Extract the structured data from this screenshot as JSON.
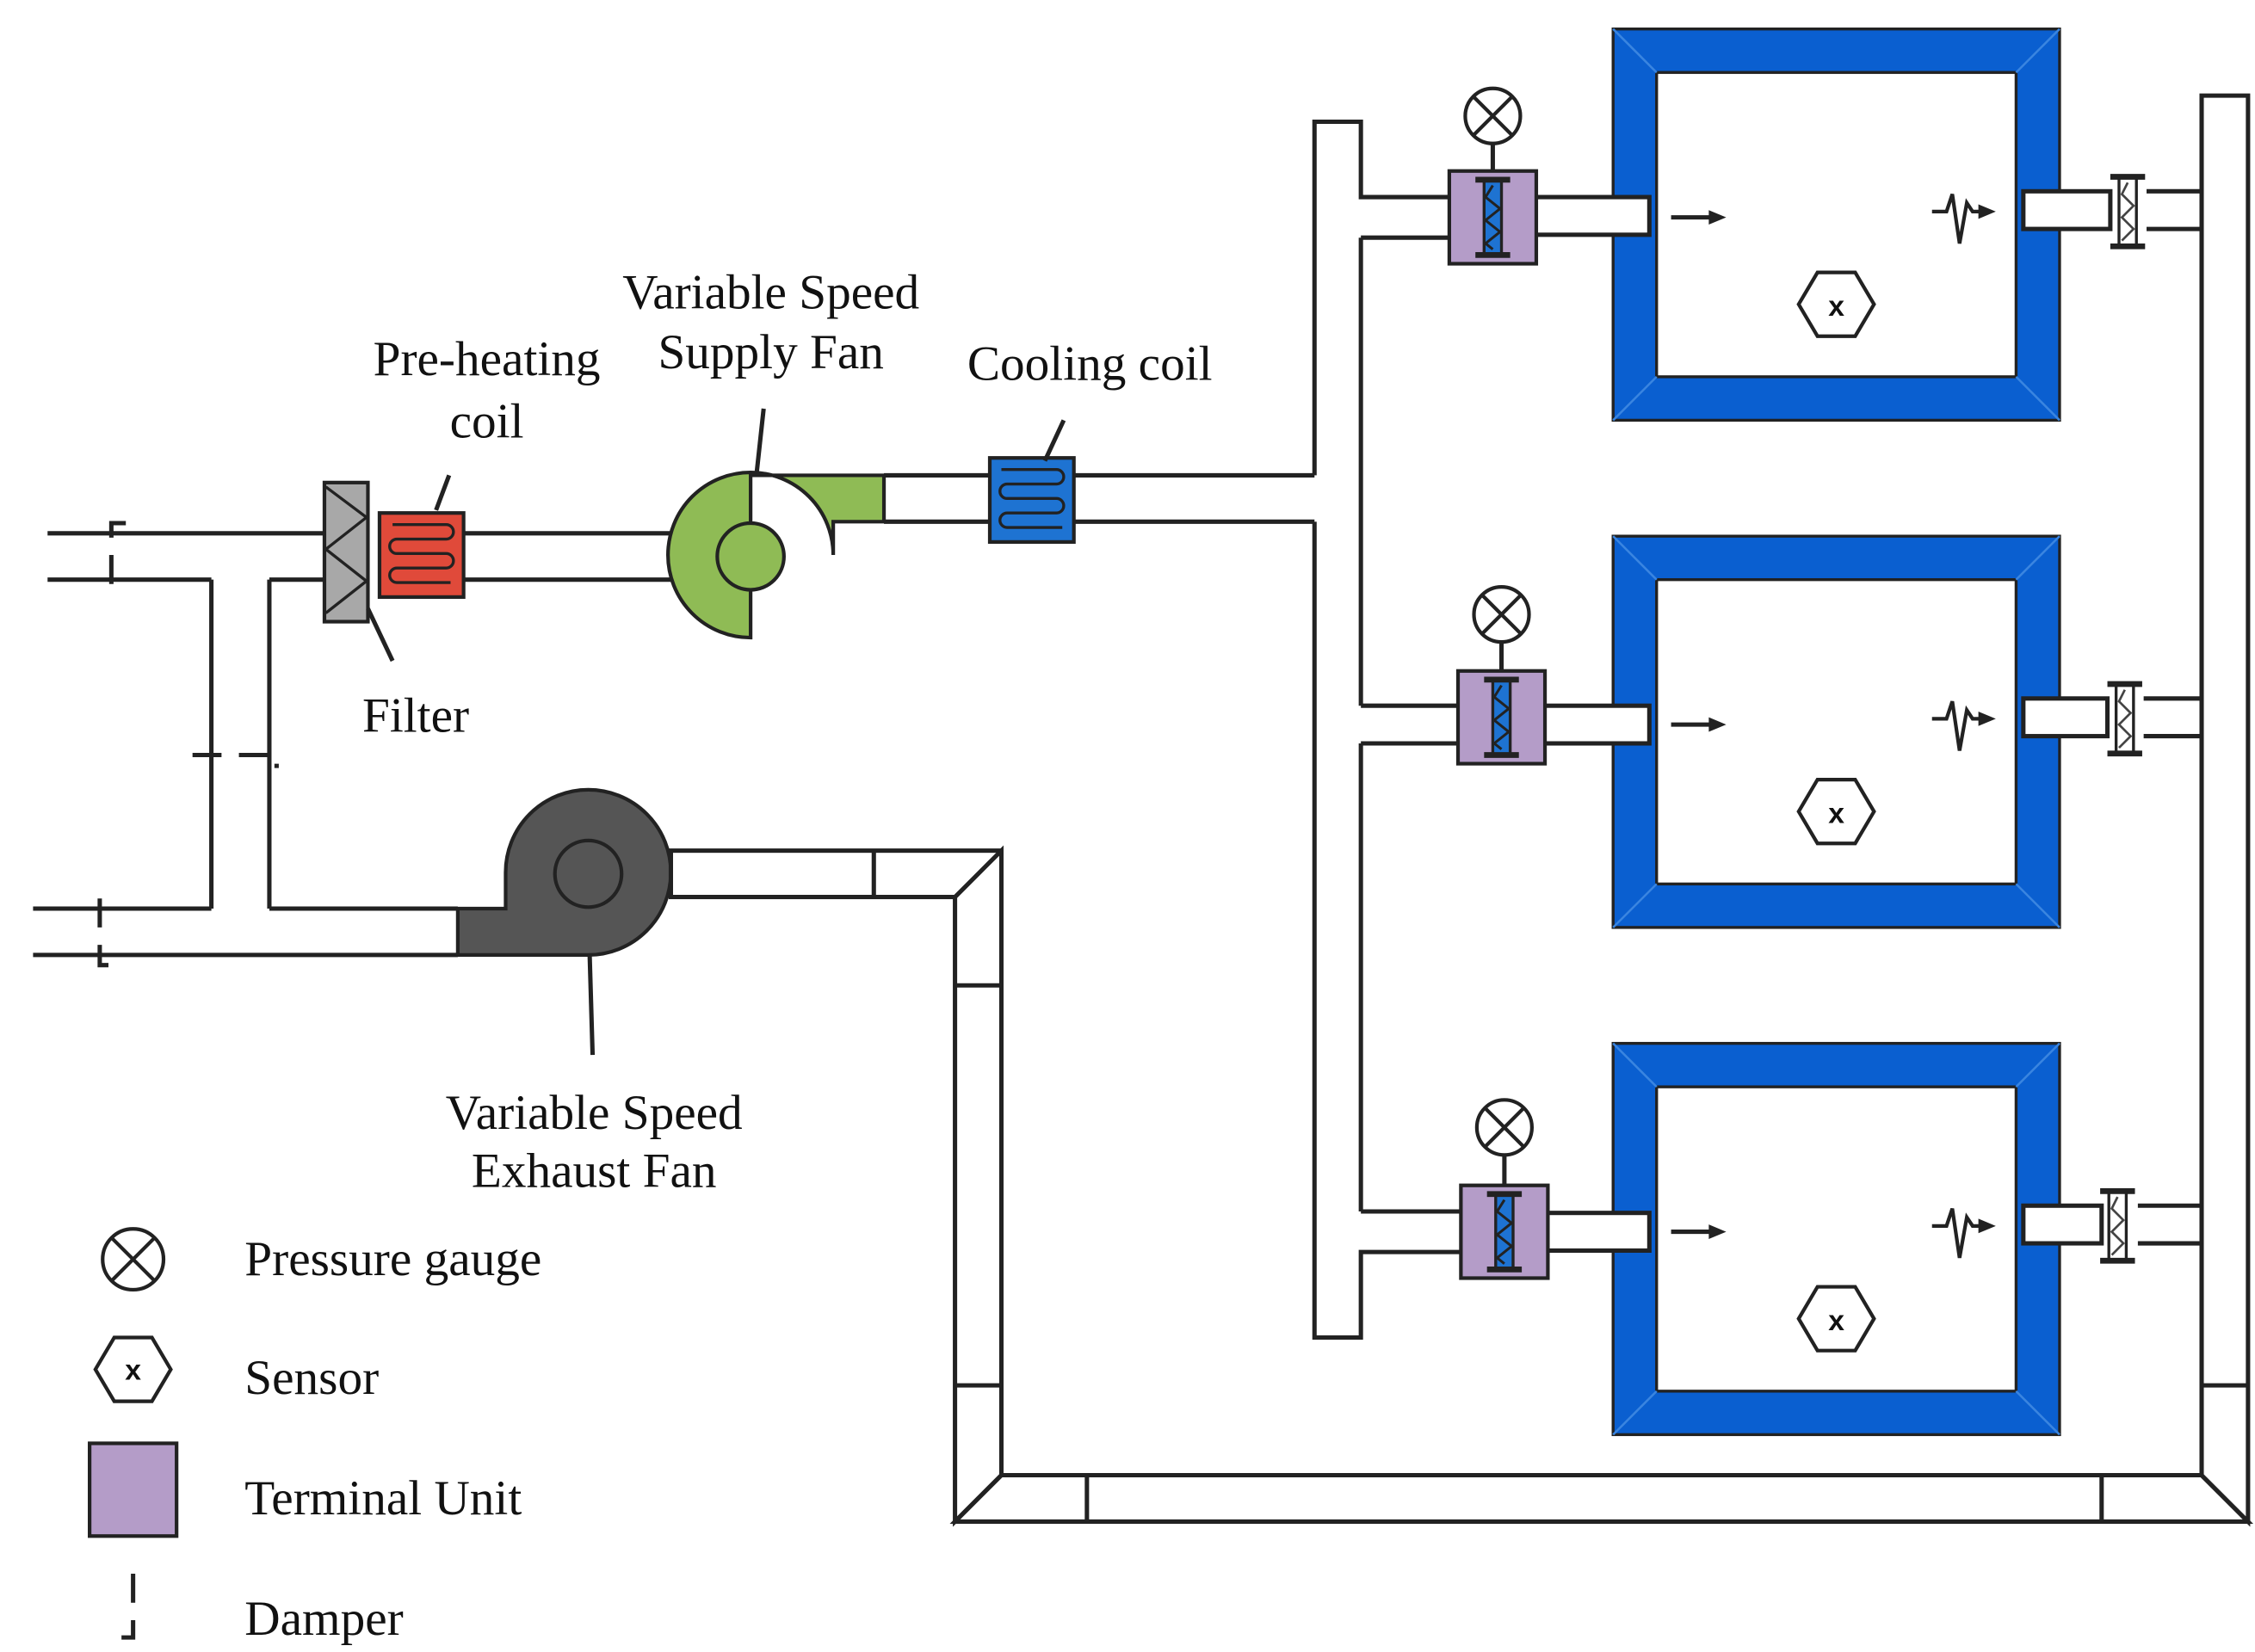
{
  "labels": {
    "preheat": [
      "Pre-heating",
      "coil"
    ],
    "supply_fan": [
      "Variable Speed",
      "Supply Fan"
    ],
    "cooling": "Cooling coil",
    "filter": "Filter",
    "exhaust_fan": [
      "Variable Speed",
      "Exhaust Fan"
    ]
  },
  "legend": [
    {
      "icon": "pressure-gauge-icon",
      "label": "Pressure gauge"
    },
    {
      "icon": "sensor-icon",
      "label": "Sensor"
    },
    {
      "icon": "terminal-unit-icon",
      "label": "Terminal Unit"
    },
    {
      "icon": "damper-icon",
      "label": "Damper"
    }
  ],
  "sensor_mark": "x",
  "colors": {
    "room_wall": "#0a5fd0",
    "terminal_unit": "#b49cc8",
    "supply_fan": "#8fbb55",
    "exhaust_fan": "#555555",
    "preheat_coil": "#e04a3a",
    "cooling_coil": "#1e73d2",
    "filter": "#a8a8a8"
  }
}
